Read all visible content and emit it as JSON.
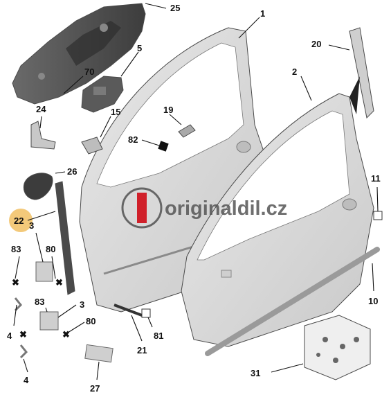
{
  "watermark": {
    "text": "originaldil.cz"
  },
  "highlighted_callout": "22",
  "colors": {
    "part_fill": "#d9d9d9",
    "part_dark": "#595959",
    "highlight": "#f3c97a",
    "spring": "#d0202a"
  },
  "callouts": [
    {
      "id": "c25",
      "label": "25"
    },
    {
      "id": "c1",
      "label": "1"
    },
    {
      "id": "c5",
      "label": "5"
    },
    {
      "id": "c20",
      "label": "20"
    },
    {
      "id": "c70",
      "label": "70"
    },
    {
      "id": "c2",
      "label": "2"
    },
    {
      "id": "c24",
      "label": "24"
    },
    {
      "id": "c15",
      "label": "15"
    },
    {
      "id": "c19",
      "label": "19"
    },
    {
      "id": "c82",
      "label": "82"
    },
    {
      "id": "c26",
      "label": "26"
    },
    {
      "id": "c11",
      "label": "11"
    },
    {
      "id": "c22",
      "label": "22"
    },
    {
      "id": "c3a",
      "label": "3"
    },
    {
      "id": "c83a",
      "label": "83"
    },
    {
      "id": "c80a",
      "label": "80"
    },
    {
      "id": "c83b",
      "label": "83"
    },
    {
      "id": "c3b",
      "label": "3"
    },
    {
      "id": "c80b",
      "label": "80"
    },
    {
      "id": "c10",
      "label": "10"
    },
    {
      "id": "c4a",
      "label": "4"
    },
    {
      "id": "c81",
      "label": "81"
    },
    {
      "id": "c21",
      "label": "21"
    },
    {
      "id": "c31",
      "label": "31"
    },
    {
      "id": "c4b",
      "label": "4"
    },
    {
      "id": "c27",
      "label": "27"
    }
  ]
}
